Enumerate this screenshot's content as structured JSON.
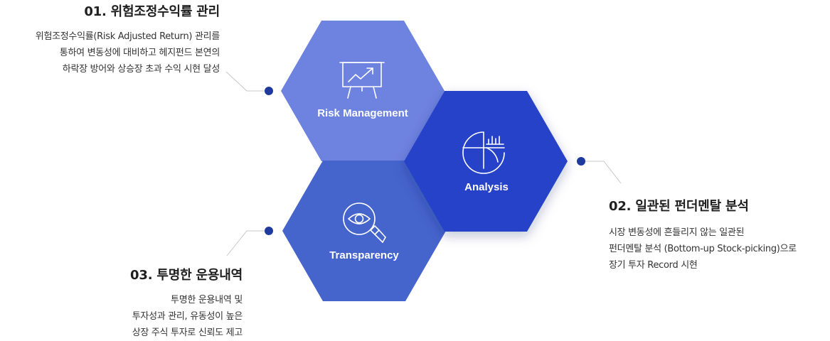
{
  "hexagons": {
    "risk": {
      "label": "Risk Management",
      "color": "#6e83df",
      "icon": "presentation-chart-icon"
    },
    "analysis": {
      "label": "Analysis",
      "color": "#2543c8",
      "icon": "pie-chart-icon"
    },
    "transparency": {
      "label": "Transparency",
      "color": "#4564cc",
      "icon": "magnifier-eye-icon"
    }
  },
  "blocks": {
    "b1": {
      "title": "01. 위험조정수익률 관리",
      "lines": [
        "위험조정수익률(Risk Adjusted Return) 관리를",
        "통하여 변동성에 대비하고 헤지펀드 본연의",
        "하락장 방어와 상승장 초과 수익 시현 달성"
      ]
    },
    "b2": {
      "title": "02. 일관된 펀더멘탈 분석",
      "lines": [
        "시장 변동성에 흔들리지 않는 일관된",
        "펀더멘탈 분석 (Bottom-up Stock-picking)으로",
        "장기 투자 Record 시현"
      ]
    },
    "b3": {
      "title": "03. 투명한 운용내역",
      "lines": [
        "투명한 운용내역 및",
        "투자성과 관리, 유동성이 높은",
        "상장 주식 투자로 신뢰도 제고"
      ]
    }
  },
  "colors": {
    "accent_dot": "#1f3a9e",
    "connector": "#c8c8c8"
  }
}
